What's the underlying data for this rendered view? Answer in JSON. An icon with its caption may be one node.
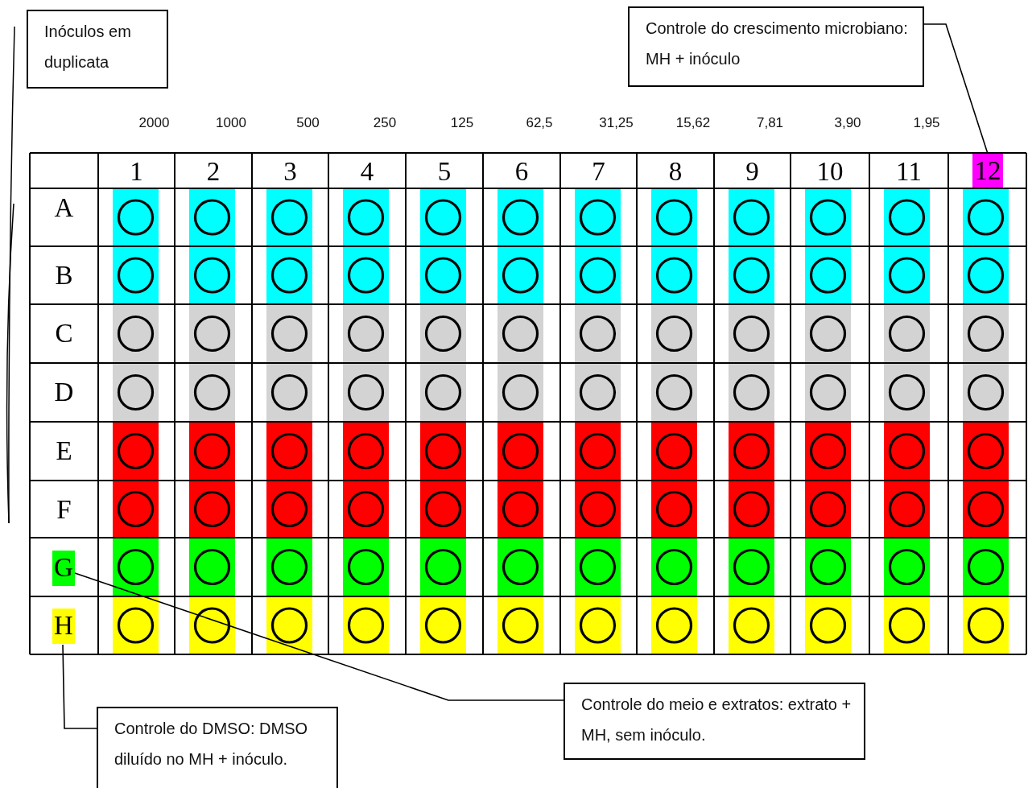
{
  "diagram": {
    "nodes": [
      {
        "text": [
          "Inóculos em duplicata"
        ]
      },
      {
        "text": [
          "Controle do crescimento microbiano: MH + inóculo"
        ]
      },
      {
        "text": [
          "Controle do meio e extratos: extrato + MH, sem inóculo."
        ]
      },
      {
        "text": [
          "Controle do DMSO: DMSO diluído no MH + inóculo."
        ]
      },
      {
        "text": [
          "12"
        ]
      },
      {
        "text": [
          "G"
        ]
      },
      {
        "text": [
          "H"
        ]
      }
    ],
    "edges": [
      {
        "from": 1,
        "to": 4,
        "arrow": "none"
      },
      {
        "from": 5,
        "to": 2,
        "arrow": "none"
      },
      {
        "from": 6,
        "to": 3,
        "arrow": "none"
      }
    ],
    "labels": [
      "2000",
      "1000",
      "500",
      "250",
      "125",
      "62,5",
      "31,25",
      "15,62",
      "7,81",
      "3,90",
      "1,95",
      "1",
      "2",
      "3",
      "4",
      "5",
      "6",
      "7",
      "8",
      "9",
      "10",
      "11",
      "A",
      "B",
      "C",
      "D",
      "E",
      "F"
    ]
  }
}
